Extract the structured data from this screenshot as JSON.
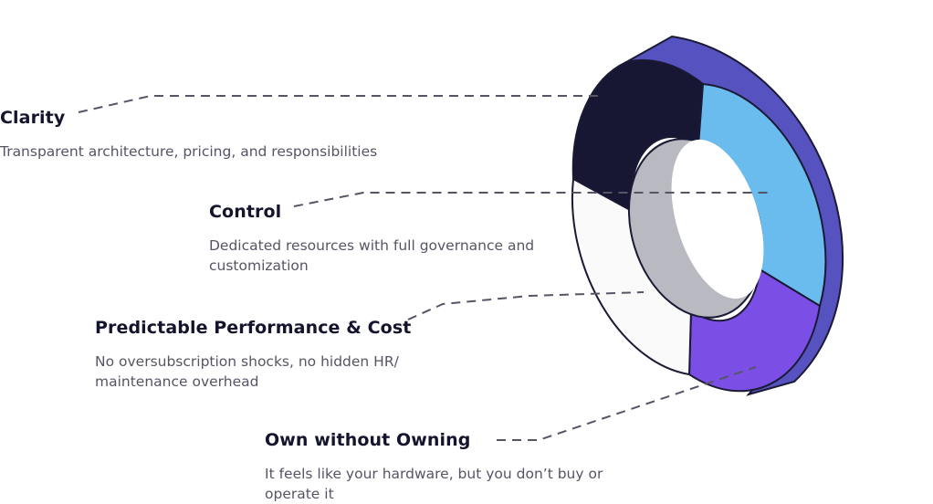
{
  "items": [
    {
      "title": "Clarity",
      "description": "Transparent architecture, pricing, and responsibilities"
    },
    {
      "title": "Control",
      "description": "Dedicated resources with full governance and customization"
    },
    {
      "title": "Predictable Performance & Cost",
      "description": "No oversubscription shocks, no hidden HR/ maintenance overhead"
    },
    {
      "title": "Own without Owning",
      "description": "It feels like your hardware, but you don’t buy or operate it"
    }
  ],
  "colors": {
    "segment_dark": "#171733",
    "segment_blue": "#6bbcee",
    "segment_purple": "#7b4fe6",
    "segment_white": "#fafafa",
    "rim": "#5653c0",
    "inner_wall": "#b9b9c1",
    "outline": "#1a1a35",
    "leader_line": "#555566"
  }
}
